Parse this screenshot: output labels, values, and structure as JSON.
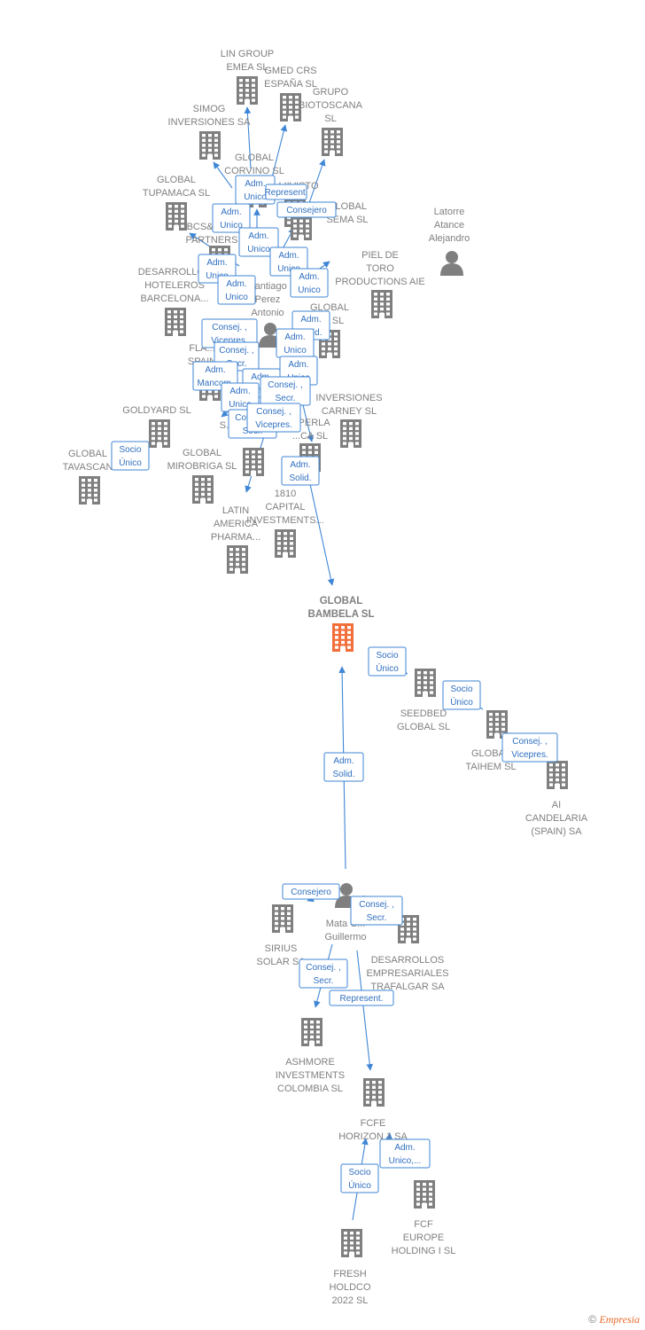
{
  "colors": {
    "edge": "#3f86d6",
    "company": "#7f7f7f",
    "focus": "#f26e3a",
    "person": "#7f7f7f",
    "label": "#808080"
  },
  "footer": {
    "copyright": "©",
    "brand": "Empresia"
  },
  "nodes": [
    {
      "id": "lin",
      "type": "company",
      "label": [
        "LIN GROUP",
        "EMEA  SL"
      ]
    },
    {
      "id": "gmed",
      "type": "company",
      "label": [
        "GMED CRS",
        "ESPAÑA  SL"
      ]
    },
    {
      "id": "grupobio",
      "type": "company",
      "label": [
        "GRUPO",
        "BIOTOSCANA",
        "SL"
      ]
    },
    {
      "id": "simog",
      "type": "company",
      "label": [
        "SIMOG",
        "INVERSIONES SA"
      ]
    },
    {
      "id": "corvino",
      "type": "company",
      "label": [
        "GLOBAL",
        "CORVINO SL"
      ]
    },
    {
      "id": "tupamaca",
      "type": "company",
      "label": [
        "GLOBAL",
        "TUPAMACA SL"
      ]
    },
    {
      "id": "bcsb",
      "type": "company",
      "label": [
        "BCS&B E...",
        "PARTNERS"
      ]
    },
    {
      "id": "liivisto",
      "type": "company",
      "label": [
        "LIIVISTO"
      ]
    },
    {
      "id": "sema",
      "type": "company",
      "label": [
        "GLOBAL",
        "SEMA SL"
      ]
    },
    {
      "id": "latorre",
      "type": "person",
      "label": [
        "Latorre",
        "Atance",
        "Alejandro"
      ]
    },
    {
      "id": "pieldetoro",
      "type": "company",
      "label": [
        "PIEL DE",
        "TORO",
        "PRODUCTIONS AIE"
      ]
    },
    {
      "id": "desarrollos_hot",
      "type": "company",
      "label": [
        "DESARROLLOS",
        "HOTELEROS",
        "BARCELONA..."
      ]
    },
    {
      "id": "santiago",
      "type": "person",
      "label": [
        "Santiago",
        "Perez",
        "Antonio"
      ]
    },
    {
      "id": "globalx",
      "type": "company",
      "label": [
        "GLOBAL",
        "...A SL"
      ]
    },
    {
      "id": "flamenco",
      "type": "company",
      "label": [
        "FLA...",
        "SPAIN"
      ]
    },
    {
      "id": "carney",
      "type": "company",
      "label": [
        "INVERSIONES",
        "CARNEY SL"
      ]
    },
    {
      "id": "goldyard",
      "type": "company",
      "label": [
        "GOLDYARD SL"
      ]
    },
    {
      "id": "perla",
      "type": "company",
      "label": [
        "...PERLA",
        "...CA SL"
      ]
    },
    {
      "id": "tavascan",
      "type": "company",
      "label": [
        "GLOBAL",
        "TAVASCAN"
      ]
    },
    {
      "id": "mirobriga",
      "type": "company",
      "label": [
        "GLOBAL",
        "MIROBRIGA SL"
      ]
    },
    {
      "id": "s_hidden",
      "type": "company",
      "label": [
        "S..."
      ]
    },
    {
      "id": "capital1810",
      "type": "company",
      "label": [
        "1810",
        "CAPITAL",
        "INVESTMENTS..."
      ]
    },
    {
      "id": "latinamerica",
      "type": "company",
      "label": [
        "LATIN",
        "AMERICA",
        "PHARMA..."
      ]
    },
    {
      "id": "bambela",
      "type": "focus",
      "label": [
        "GLOBAL",
        "BAMBELA  SL"
      ]
    },
    {
      "id": "seedbed",
      "type": "company",
      "label": [
        "SEEDBED",
        "GLOBAL  SL"
      ]
    },
    {
      "id": "taihem",
      "type": "company",
      "label": [
        "GLOBAL",
        "TAIHEM SL"
      ]
    },
    {
      "id": "candelaria",
      "type": "company",
      "label": [
        "AI",
        "CANDELARIA",
        "(SPAIN) SA"
      ]
    },
    {
      "id": "mata",
      "type": "person",
      "label": [
        "Mata C...",
        "Guillermo"
      ]
    },
    {
      "id": "sirius",
      "type": "company",
      "label": [
        "SIRIUS",
        "SOLAR SA"
      ]
    },
    {
      "id": "trafalgar",
      "type": "company",
      "label": [
        "DESARROLLOS",
        "EMPRESARIALES",
        "TRAFALGAR SA"
      ]
    },
    {
      "id": "ashmore",
      "type": "company",
      "label": [
        "ASHMORE",
        "INVESTMENTS",
        "COLOMBIA SL"
      ]
    },
    {
      "id": "fcfe",
      "type": "company",
      "label": [
        "FCFE",
        "HORIZON 1 SA"
      ]
    },
    {
      "id": "fcfeurope",
      "type": "company",
      "label": [
        "FCF",
        "EUROPE",
        "HOLDING I  SL"
      ]
    },
    {
      "id": "fresh",
      "type": "company",
      "label": [
        "FRESH",
        "HOLDCO",
        "2022  SL"
      ]
    }
  ],
  "edges": [
    {
      "label": [
        "Adm.",
        "Unico"
      ]
    },
    {
      "label": [
        "Represent."
      ]
    },
    {
      "label": [
        "Consejero"
      ]
    },
    {
      "label": [
        "Adm.",
        "Unico"
      ]
    },
    {
      "label": [
        "Adm.",
        "Unico"
      ]
    },
    {
      "label": [
        "Adm.",
        "Unico"
      ]
    },
    {
      "label": [
        "Adm.",
        "Unico"
      ]
    },
    {
      "label": [
        "Adm.",
        "Unico"
      ]
    },
    {
      "label": [
        "Adm.",
        "Unico"
      ]
    },
    {
      "label": [
        "Adm.",
        "Solid."
      ]
    },
    {
      "label": [
        "Consej. ,",
        "Vicepres."
      ]
    },
    {
      "label": [
        "Consej. ,",
        "Secr."
      ]
    },
    {
      "label": [
        "Adm.",
        "Unico"
      ]
    },
    {
      "label": [
        "Adm.",
        "Mancom."
      ]
    },
    {
      "label": [
        "Adm.",
        "Unico"
      ]
    },
    {
      "label": [
        "Adm.",
        "Unico"
      ]
    },
    {
      "label": [
        "Adm.",
        "Unico"
      ]
    },
    {
      "label": [
        "Consej. ,",
        "Secr."
      ]
    },
    {
      "label": [
        "Consej. ,",
        "Secr."
      ]
    },
    {
      "label": [
        "Consej. ,",
        "Vicepres."
      ]
    },
    {
      "label": [
        "Socio",
        "Único"
      ]
    },
    {
      "label": [
        "Adm.",
        "Solid."
      ]
    },
    {
      "label": [
        "Socio",
        "Único"
      ]
    },
    {
      "label": [
        "Socio",
        "Único"
      ]
    },
    {
      "label": [
        "Consej. ,",
        "Vicepres."
      ]
    },
    {
      "label": [
        "Adm.",
        "Solid."
      ]
    },
    {
      "label": [
        "Consejero"
      ]
    },
    {
      "label": [
        "Consej. ,",
        "Secr."
      ]
    },
    {
      "label": [
        "Consej. ,",
        "Secr."
      ]
    },
    {
      "label": [
        "Represent."
      ]
    },
    {
      "label": [
        "Adm.",
        "Unico,..."
      ]
    },
    {
      "label": [
        "Socio",
        "Único"
      ]
    }
  ]
}
